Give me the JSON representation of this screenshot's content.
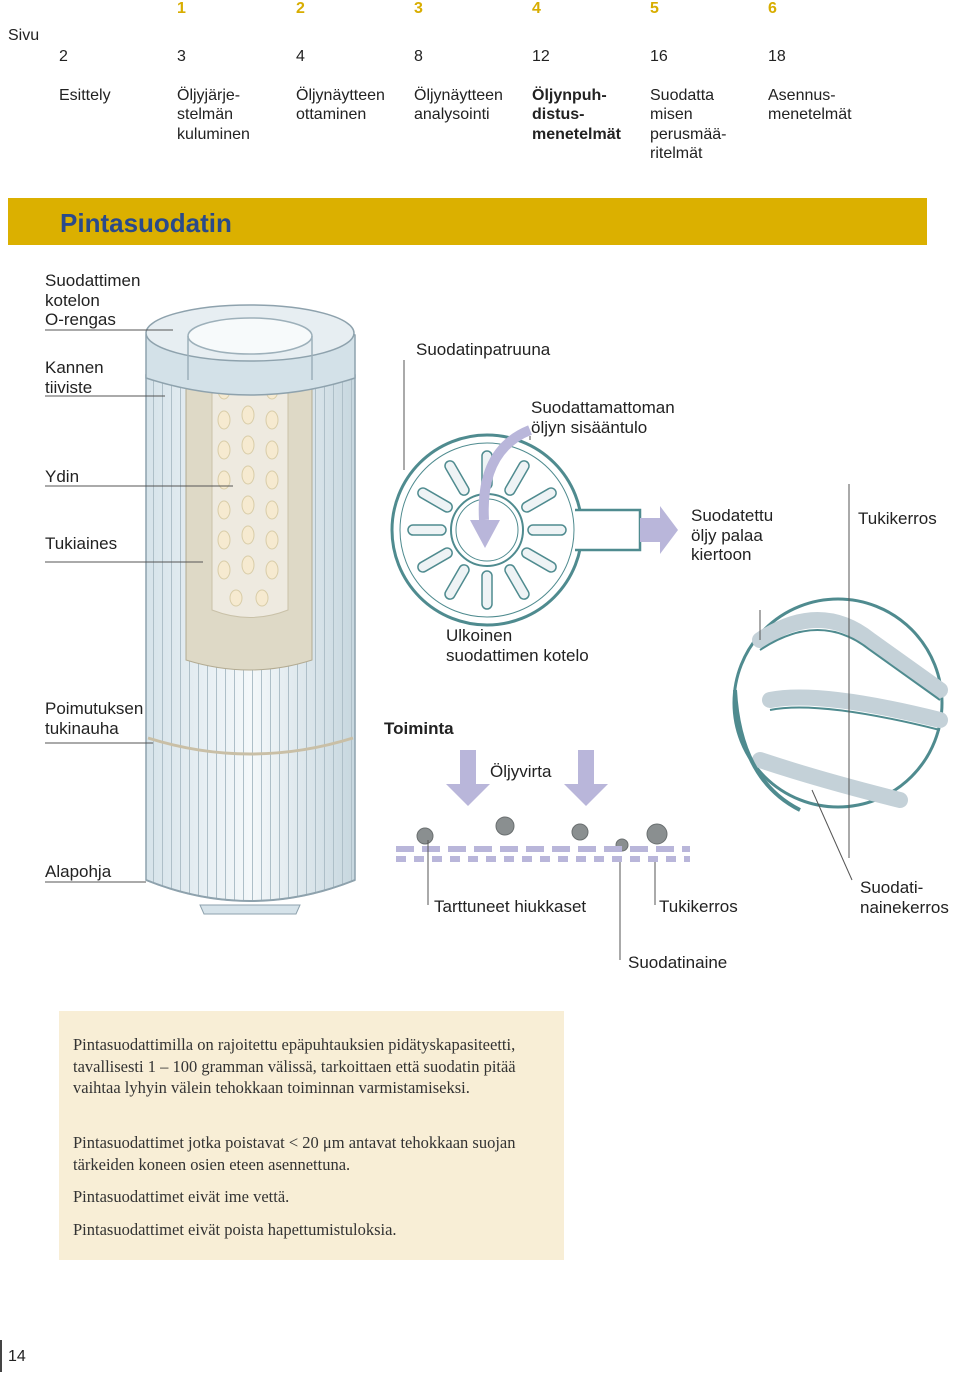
{
  "nav": {
    "sivu": "Sivu",
    "intro": {
      "page": "2",
      "label": "Esittely"
    },
    "chapters": [
      {
        "num": "1",
        "page": "3",
        "label": "Öljyjärje-\nstelmän\nkuluminen"
      },
      {
        "num": "2",
        "page": "4",
        "label": "Öljynäytteen\nottaminen"
      },
      {
        "num": "3",
        "page": "8",
        "label": "Öljynäytteen\nanalysointi"
      },
      {
        "num": "4",
        "page": "12",
        "label": "Öljynpuh-\ndistus-\nmenetelmät"
      },
      {
        "num": "5",
        "page": "16",
        "label": "Suodatta\nmisen\nperusmää-\nritelmät"
      },
      {
        "num": "6",
        "page": "18",
        "label": "Asennus-\nmenetelmät"
      }
    ]
  },
  "banner": {
    "title": "Pintasuodatin"
  },
  "labels": {
    "o_ring": "Suodattimen\nkotelon\nO-rengas",
    "lid_seal": "Kannen\ntiiviste",
    "core": "Ydin",
    "support_media": "Tukiaines",
    "pleat_band": "Poimutuksen\ntukinauha",
    "bottom": "Alapohja",
    "cartridge": "Suodatinpatruuna",
    "unfiltered_inlet": "Suodattamattoman\nöljyn sisääntulo",
    "filtered_return": "Suodatettu\nöljy palaa\nkiertoon",
    "support_layer_top": "Tukikerros",
    "outer_housing": "Ulkoinen\nsuodattimen kotelo",
    "operation": "Toiminta",
    "oil_flow": "Öljyvirta",
    "trapped_particles": "Tarttuneet hiukkaset",
    "support_layer": "Tukikerros",
    "media_layer": "Suodati-\nnainekerros",
    "filter_media": "Suodatinaine"
  },
  "info": {
    "paragraphs": [
      "Pintasuodattimilla on rajoitettu epäpuhtauksien pidätyskapasiteetti, tavallisesti 1 – 100 gramman välissä, tarkoittaen että suodatin pitää vaihtaa lyhyin välein tehokkaan toiminnan varmistamiseksi.",
      "Pintasuodattimet jotka poistavat < 20 μm antavat tehokkaan suojan tärkeiden koneen osien eteen asennettuna.",
      "Pintasuodattimet eivät ime vettä.",
      "Pintasuodattimet eivät poista hapettumistuloksia."
    ]
  },
  "page_number": "14",
  "colors": {
    "accent": "#dbb000",
    "title": "#2a4a8a",
    "teal": "#4f8b8f",
    "lavender": "#b9b6da",
    "info_bg": "#f8eed6"
  }
}
